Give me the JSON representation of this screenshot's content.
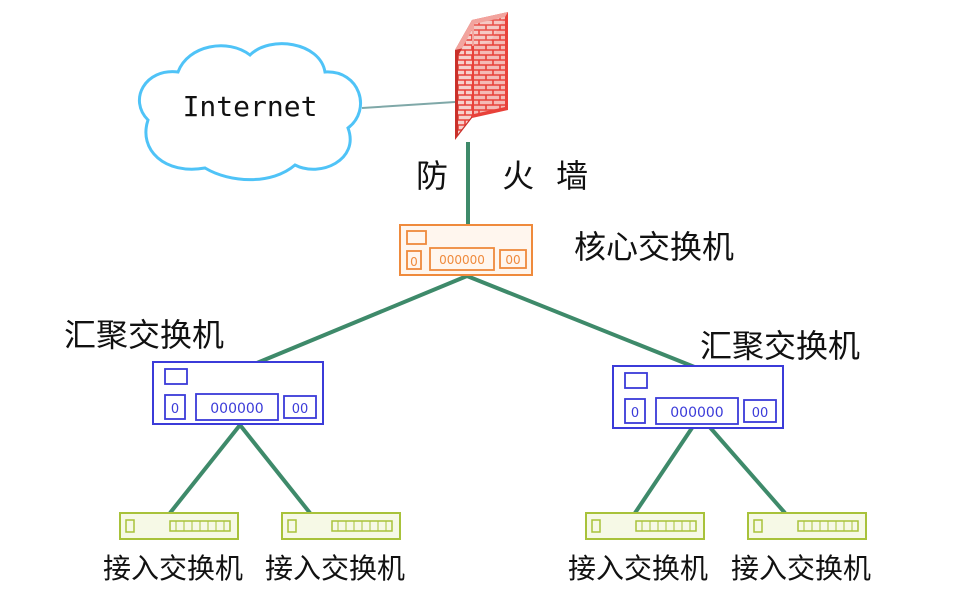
{
  "cloud": {
    "label": "Internet"
  },
  "firewall": {
    "label": "防 火墙"
  },
  "core_switch": {
    "label": "核心交换机",
    "port_text": "000000",
    "left_port": "0",
    "right_port": "00"
  },
  "aggregation_switches": [
    {
      "label": "汇聚交换机",
      "port_text": "000000",
      "left_port": "0",
      "right_port": "00"
    },
    {
      "label": "汇聚交换机",
      "port_text": "000000",
      "left_port": "0",
      "right_port": "00"
    }
  ],
  "access_switches": [
    {
      "label": "接入交换机"
    },
    {
      "label": "接入交换机"
    },
    {
      "label": "接入交换机"
    },
    {
      "label": "接入交换机"
    }
  ],
  "colors": {
    "cloud": "#4fc3f7",
    "firewall": "#e8413a",
    "core": "#ef8a3c",
    "aggregation": "#3b3bd9",
    "access": "#a8c23a",
    "link_green": "#3e8a6a",
    "link_gray": "#7fa8a8"
  }
}
